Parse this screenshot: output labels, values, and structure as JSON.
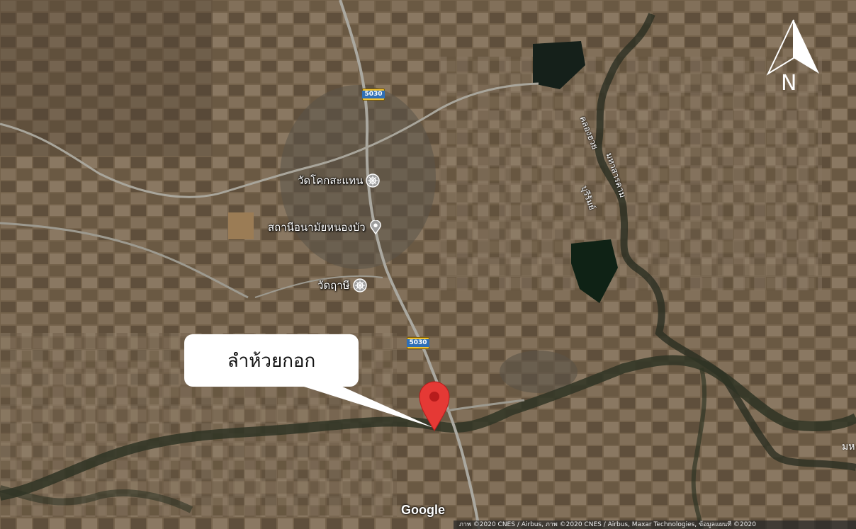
{
  "map": {
    "brand": "Google",
    "compass_letter": "N",
    "callout_text": "ลำห้วยกอก",
    "edge_label": "มห",
    "attribution": "ภาพ ©2020 CNES / Airbus, ภาพ ©2020 CNES / Airbus, Maxar Technologies, ข้อมูลแผนที่ ©2020"
  },
  "places": [
    {
      "label": "วัดโคกสะแทน",
      "icon": "temple-icon"
    },
    {
      "label": "สถานีอนามัยหนองบัว",
      "icon": "place-marker-icon"
    },
    {
      "label": "วัดฤาษี",
      "icon": "temple-icon"
    }
  ],
  "routes": [
    {
      "number": "5030"
    },
    {
      "number": "5030"
    }
  ],
  "rivers": [
    {
      "label": "คลองฮวย"
    },
    {
      "label": "มหาสารคาม"
    },
    {
      "label": "บุรีรัมย์"
    }
  ],
  "colors": {
    "marker": "#e53935",
    "callout_bg": "#ffffff",
    "route_shield": "#f1c232",
    "terrain": "#6b5a45"
  }
}
